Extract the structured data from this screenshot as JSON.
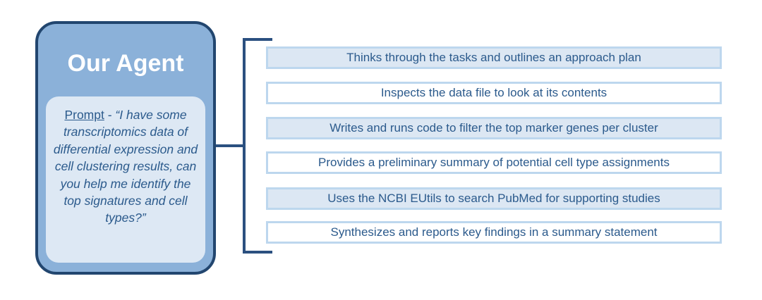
{
  "agent": {
    "title": "Our Agent",
    "prompt_label": "Prompt",
    "prompt_separator": " - ",
    "prompt_text": "“I have some transcriptomics data of differential expression and cell clustering results, can you help me identify the top signatures and cell types?”"
  },
  "steps": [
    {
      "label": "Thinks through the tasks and outlines an approach plan"
    },
    {
      "label": "Inspects the data file to look at its contents"
    },
    {
      "label": "Writes and runs code to filter the top marker genes per cluster"
    },
    {
      "label": "Provides a preliminary summary of potential cell type assignments"
    },
    {
      "label": "Uses the NCBI EUtils to search PubMed for supporting studies"
    },
    {
      "label": "Synthesizes and reports key findings in a summary statement"
    }
  ],
  "colors": {
    "card_fill": "#8bb1d9",
    "card_border": "#22466f",
    "prompt_fill": "#dde8f4",
    "text": "#2b5a8c",
    "step_border": "#bdd7ee",
    "step_shaded_fill": "#dce7f3",
    "bracket": "#2b5080"
  }
}
